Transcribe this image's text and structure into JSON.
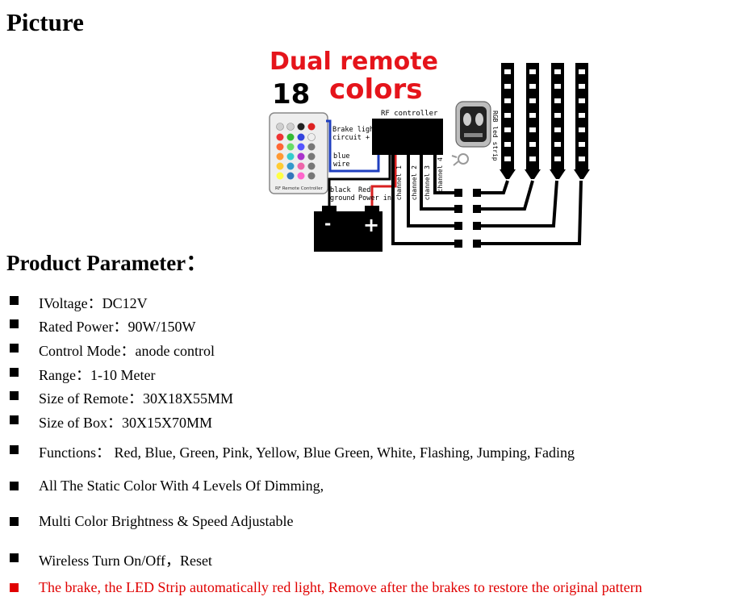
{
  "headings": {
    "picture": "Picture",
    "parameter": "Product Parameter："
  },
  "diagram": {
    "title_line1": "Dual remote",
    "title_num": "18",
    "title_line2": "colors",
    "rf_controller": "RF controller",
    "brake_line1": "Brake light",
    "brake_line2": "circuit  +",
    "blue_line1": "blue",
    "blue_line2": "wire",
    "black_line1": "black",
    "black_line2": "ground",
    "red_line1": "Red",
    "red_line2": "Power in",
    "channel1": "channel 1",
    "channel2": "channel 2",
    "channel3": "channel 3",
    "channel4": "channel 4",
    "rgb_strip": "RGB led strip",
    "remote_label": "RF Remote Controller",
    "battery_minus": "-",
    "battery_plus": "+",
    "colors": {
      "title_red": "#e5141b",
      "wire_blue": "#1f3fbf",
      "wire_red": "#d81f1f"
    }
  },
  "parameters": [
    "IVoltage：DC12V",
    "Rated Power：90W/150W",
    "Control Mode：anode control",
    "Range：1-10 Meter",
    "Size of Remote：30X18X55MM",
    "Size of Box：30X15X70MM",
    "Functions：  Red, Blue, Green, Pink, Yellow, Blue Green, White, Flashing, Jumping, Fading",
    "All The Static Color With 4 Levels Of Dimming,",
    "Multi Color Brightness & Speed Adjustable",
    "Wireless Turn On/Off，Reset",
    "The brake, the LED Strip automatically red light, Remove after the brakes to restore the original pattern"
  ]
}
